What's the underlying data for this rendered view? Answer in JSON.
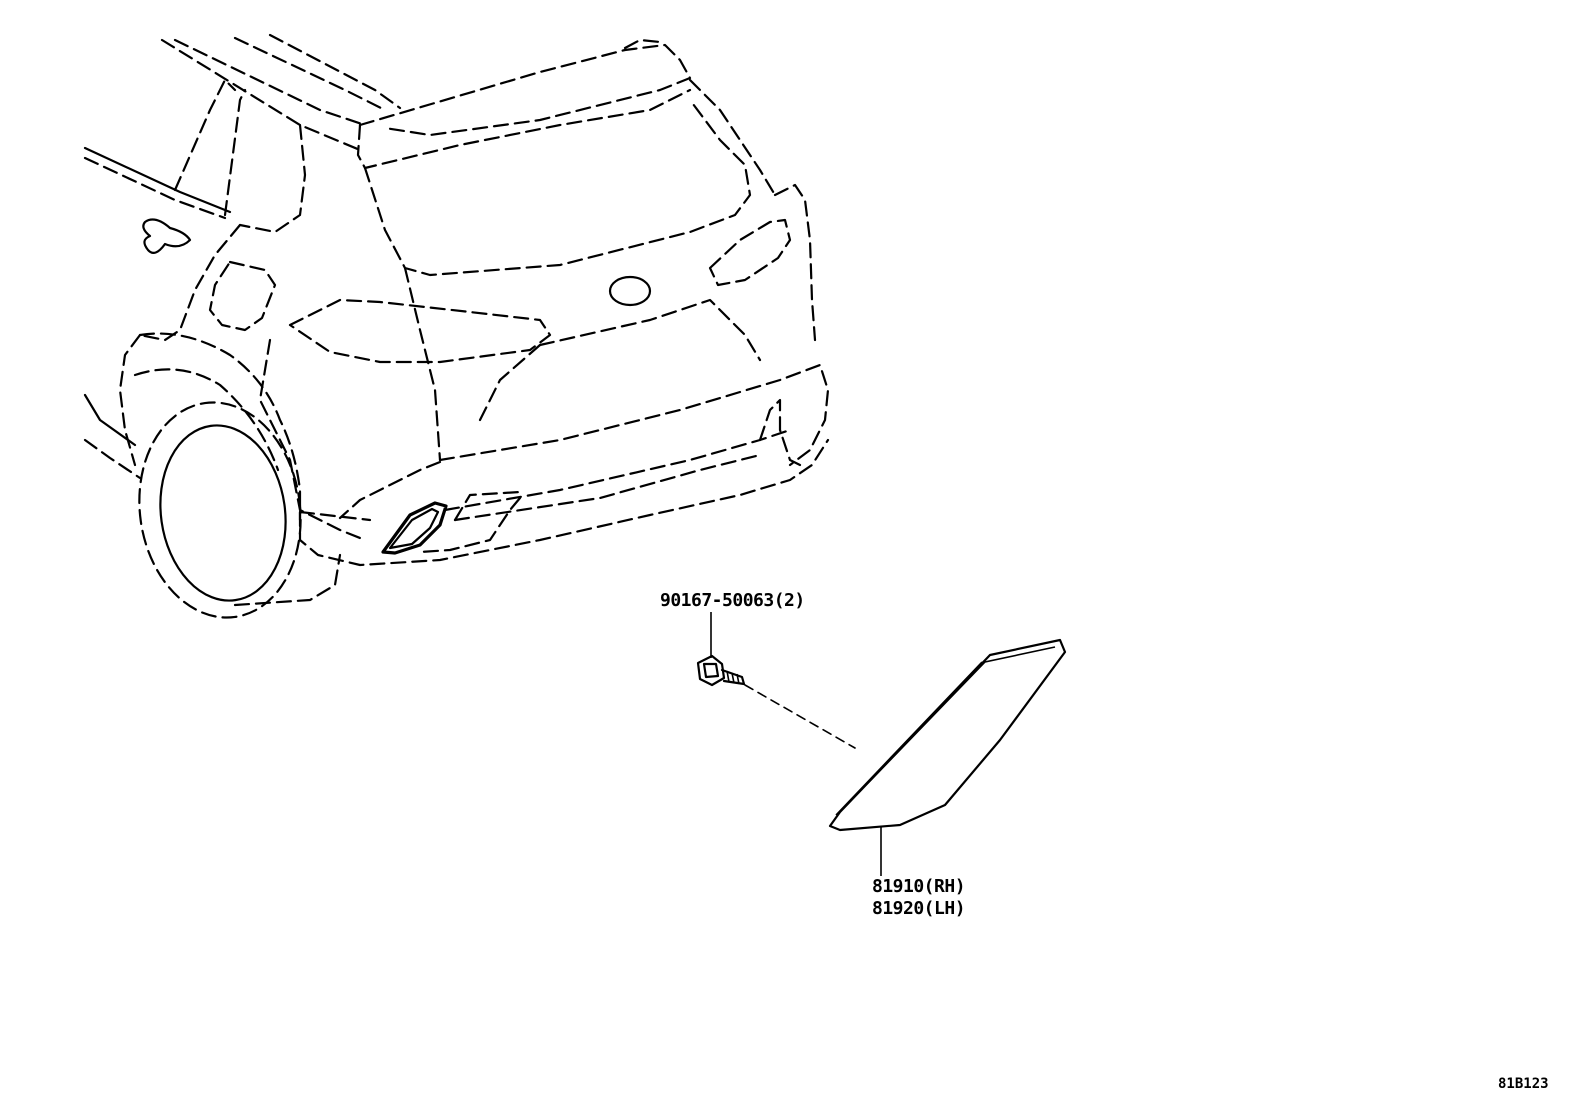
{
  "callouts": {
    "screw": "90167-50063(2)",
    "reflector_rh": "81910(RH)",
    "reflector_lh": "81920(LH)"
  },
  "figure_code": "81B123"
}
